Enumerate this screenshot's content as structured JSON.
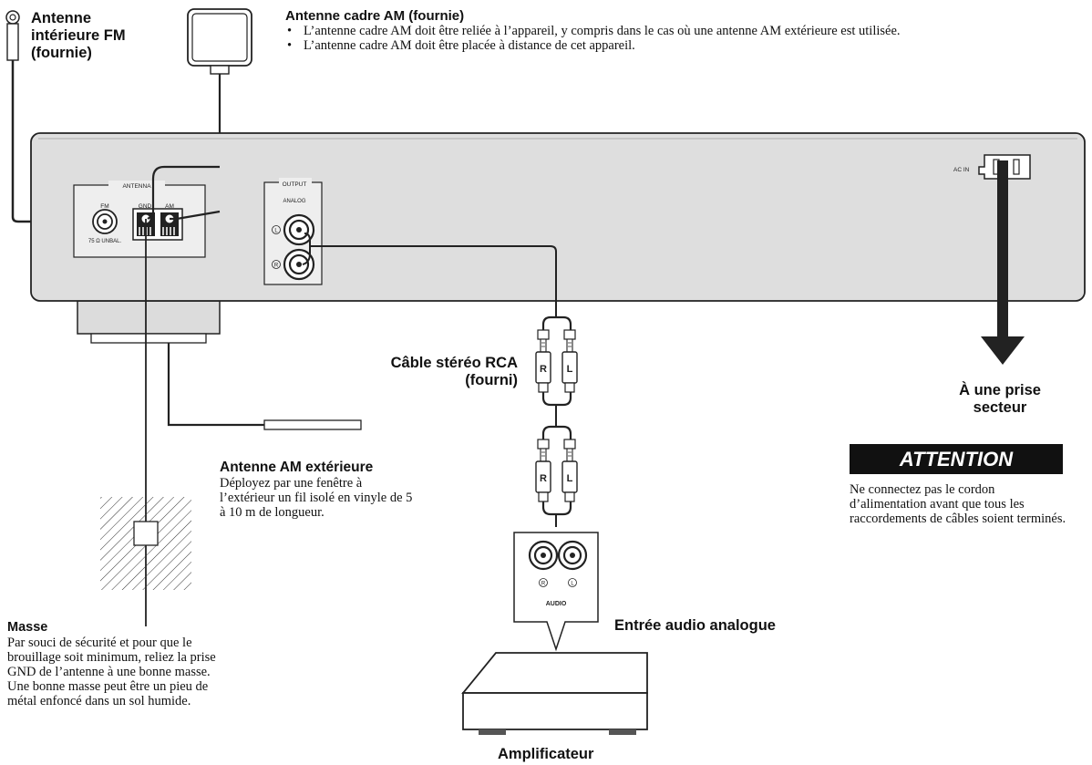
{
  "labels": {
    "fm_antenna": [
      "Antenne",
      "intérieure FM",
      "(fournie)"
    ],
    "am_loop_title": "Antenne cadre AM (fournie)",
    "am_loop_notes": [
      "L’antenne cadre AM doit être reliée à l’appareil, y compris dans le cas où une antenne AM extérieure est utilisée.",
      "L’antenne cadre AM doit être placée à distance de cet appareil."
    ],
    "rca_cable": [
      "Câble stéréo RCA",
      "(fourni)"
    ],
    "mains": [
      "À une prise",
      "secteur"
    ],
    "attention_title": "ATTENTION",
    "attention_text": "Ne connectez pas le cordon d’alimentation avant que tous les raccordements de câbles soient terminés.",
    "am_outdoor_title": "Antenne AM extérieure",
    "am_outdoor_text": "Déployez par une fenêtre à l’extérieur un fil isolé en vinyle de 5 à 10 m de longueur.",
    "ground_title": "Masse",
    "ground_text": "Par souci de sécurité et pour que le brouillage soit minimum, reliez la prise GND de l’antenne à une bonne masse. Une bonne masse peut être un pieu de métal enfoncé dans un sol humide.",
    "audio_input": "Entrée audio analogue",
    "amplifier": "Amplificateur"
  },
  "panel": {
    "antenna_section": "ANTENNA",
    "fm_jack": "FM",
    "gnd_terminal": "GND",
    "am_terminal": "AM",
    "fm_impedance": "75 Ω UNBAL.",
    "output_section": "OUTPUT",
    "analog": "ANALOG",
    "left_mark": "L",
    "right_mark": "R",
    "ac_in": "AC IN"
  },
  "amp_panel": {
    "audio": "AUDIO",
    "right_mark": "R",
    "left_mark": "L"
  },
  "plugs": {
    "r": "R",
    "l": "L"
  }
}
